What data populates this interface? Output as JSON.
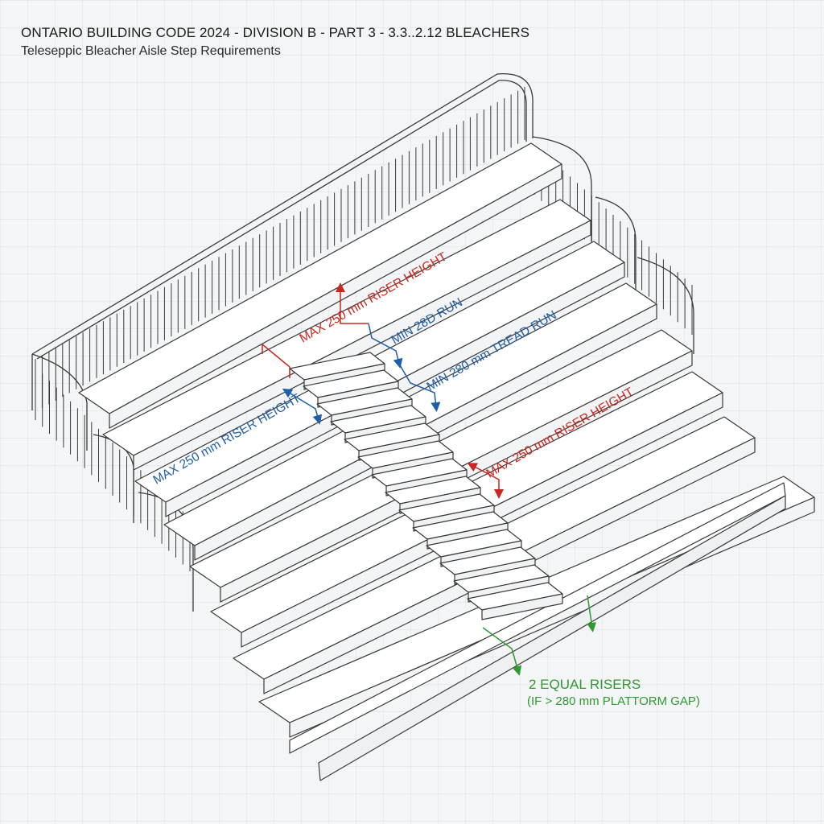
{
  "header": {
    "title": "ONTARIO BUILDING CODE 2024 - DIVISION B - PART 3 - 3.3..2.12 BLEACHERS",
    "subtitle": "Teleseppic Bleacher Aisle Step Requirements"
  },
  "callouts": {
    "max_riser_top": "MAX 250 mm RISER HEIGHT",
    "min_run": "MIN 28D RUN",
    "min_tread_run": "MIN 280 mm TREAD RUN",
    "max_riser_left": "MAX 250 mm RISER HEIGHT",
    "max_riser_right": "MAX 250 mm RISER HEIGHT",
    "equal_risers": "2 EQUAL RISERS",
    "platform_gap": "(IF > 280 mm PLATTORM GAP)"
  },
  "colors": {
    "red_dimension": "#c8281e",
    "blue_dimension": "#1f5ea8",
    "green_note": "#2e9a32",
    "outline": "#3a3a3a",
    "surface": "#ffffff"
  }
}
